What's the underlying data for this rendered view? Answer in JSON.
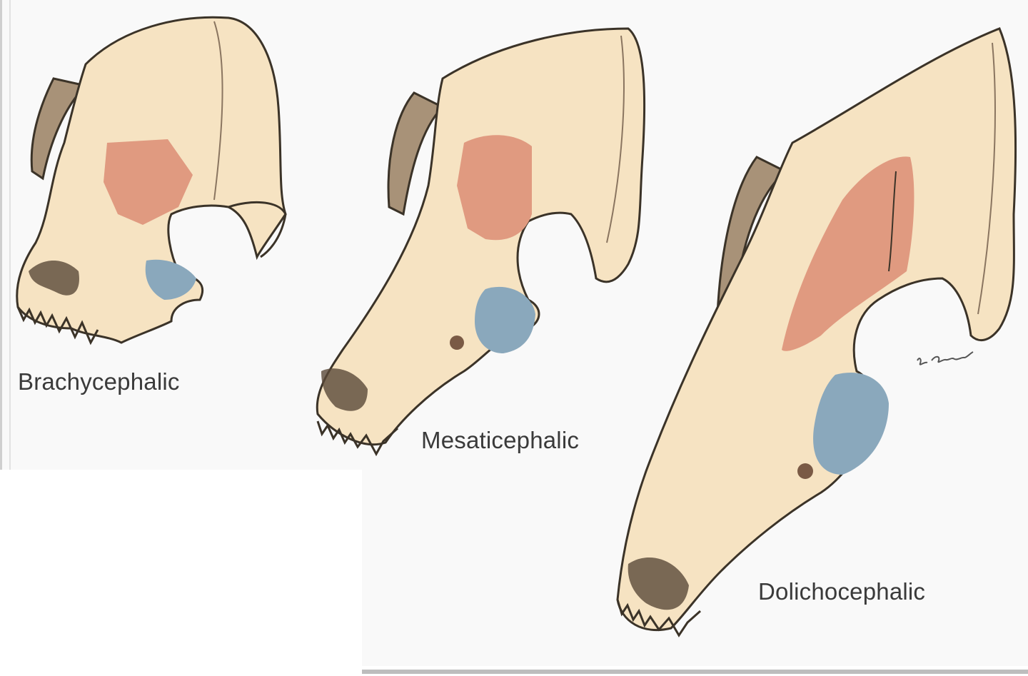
{
  "labels": {
    "brachy": "Brachycephalic",
    "mesati": "Mesaticephalic",
    "dolicho": "Dolichocephalic"
  },
  "signature": "Pat Zaccari",
  "colors": {
    "bone": "#f6e3c2",
    "outline": "#3b3328",
    "temporal_region": "#e09a80",
    "orbital_region": "#8aa8bc",
    "shadow": "#8a7560"
  }
}
